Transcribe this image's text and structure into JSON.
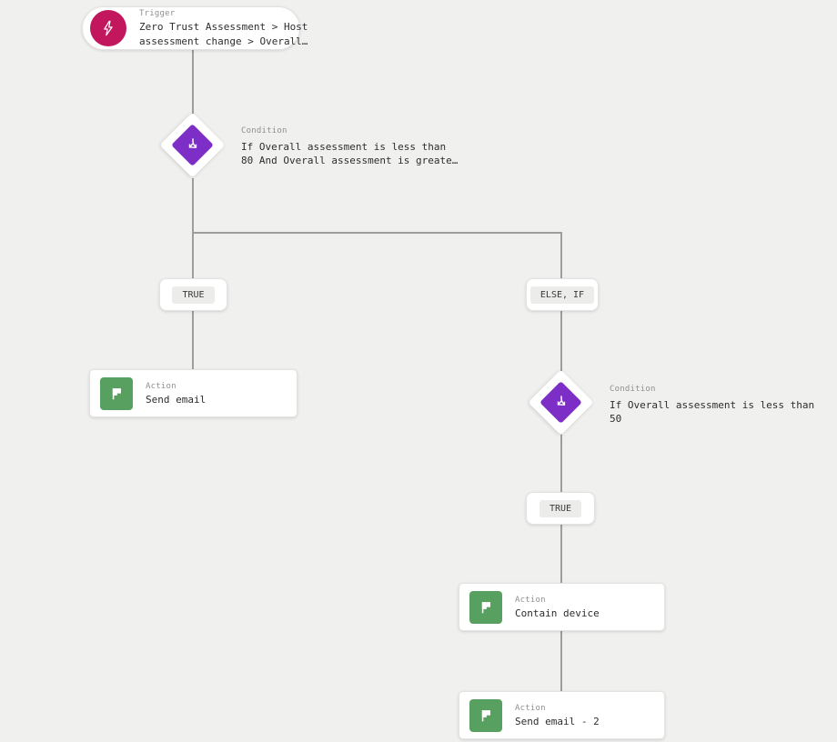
{
  "workflow": {
    "trigger": {
      "type_label": "Trigger",
      "title_line1": "Zero Trust Assessment > Host",
      "title_line2": "assessment change > Overall…"
    },
    "condition1": {
      "type_label": "Condition",
      "text_line1": "If Overall assessment is less than",
      "text_line2": "80 And Overall assessment is greate…"
    },
    "branch1": {
      "true_label": "TRUE",
      "else_if_label": "ELSE, IF"
    },
    "action_send_email": {
      "type_label": "Action",
      "title": "Send email"
    },
    "condition2": {
      "type_label": "Condition",
      "text_line1": "If Overall assessment is less than",
      "text_line2": "50"
    },
    "branch2": {
      "true_label": "TRUE"
    },
    "action_contain_device": {
      "type_label": "Action",
      "title": "Contain device"
    },
    "action_send_email_2": {
      "type_label": "Action",
      "title": "Send email - 2"
    }
  },
  "colors": {
    "background": "#f0f0ef",
    "connector": "#9e9e9e",
    "trigger_accent": "#c2175d",
    "condition_accent": "#7d2ec6",
    "action_accent": "#58a05f"
  }
}
